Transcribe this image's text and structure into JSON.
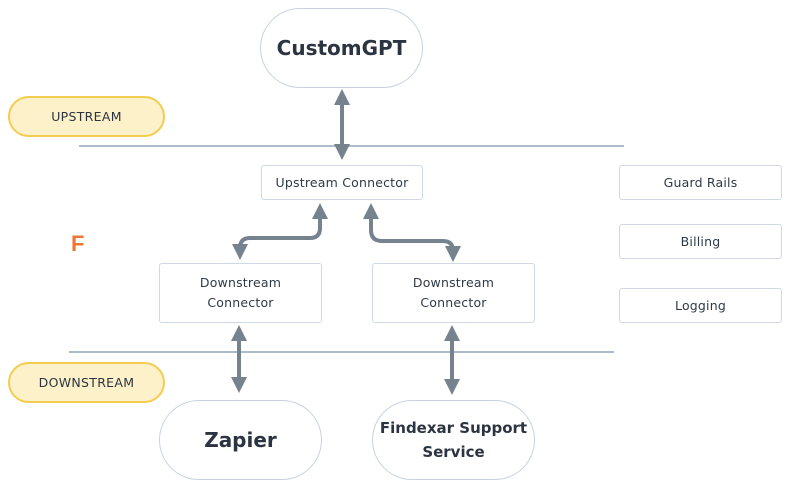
{
  "diagram": {
    "logo": {
      "letter": "F",
      "color": "#f07433"
    },
    "zones": {
      "upstream": "UPSTREAM",
      "downstream": "DOWNSTREAM"
    },
    "nodes": {
      "customgpt": "CustomGPT",
      "upstream_connector": "Upstream Connector",
      "downstream_connector_1": {
        "line1": "Downstream",
        "line2": "Connector"
      },
      "downstream_connector_2": {
        "line1": "Downstream",
        "line2": "Connector"
      },
      "zapier": "Zapier",
      "findexar": {
        "line1": "Findexar Support",
        "line2": "Service"
      }
    },
    "services": [
      "Guard Rails",
      "Billing",
      "Logging"
    ],
    "edges": [
      {
        "from": "CustomGPT",
        "to": "Upstream Connector",
        "bidirectional": true
      },
      {
        "from": "Upstream Connector",
        "to": "Downstream Connector (left)",
        "bidirectional": true
      },
      {
        "from": "Upstream Connector",
        "to": "Downstream Connector (right)",
        "bidirectional": true
      },
      {
        "from": "Downstream Connector (left)",
        "to": "Zapier",
        "bidirectional": true
      },
      {
        "from": "Downstream Connector (right)",
        "to": "Findexar Support Service",
        "bidirectional": true
      }
    ],
    "colors": {
      "arrow": "#76838f",
      "divider": "#aebbc8",
      "tag_fill": "#fdf1c9",
      "tag_border": "#f2cd52",
      "node_border": "#c8d3df"
    }
  }
}
